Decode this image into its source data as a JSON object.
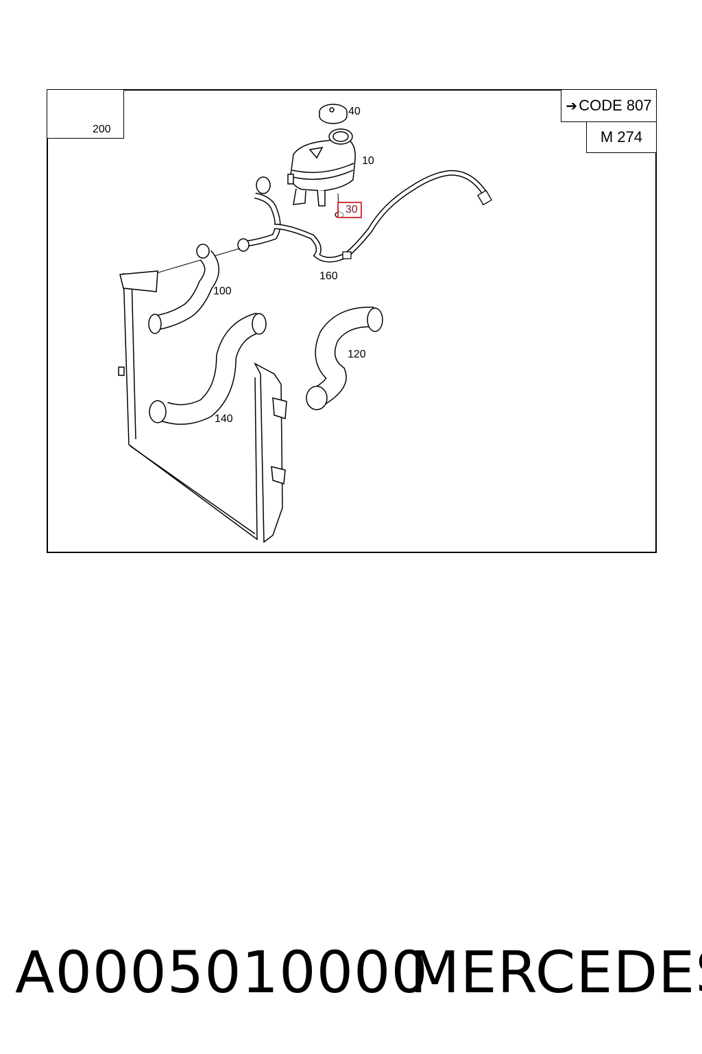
{
  "diagram": {
    "code_label": "CODE 807",
    "model_label": "M 274",
    "callouts": {
      "c200": "200",
      "c40": "40",
      "c10": "10",
      "c30": "30",
      "c160": "160",
      "c100": "100",
      "c120": "120",
      "c140": "140"
    },
    "highlight_color": "#d8343f"
  },
  "footer": {
    "part_number": "A0005010000",
    "brand": "MERCEDES"
  }
}
